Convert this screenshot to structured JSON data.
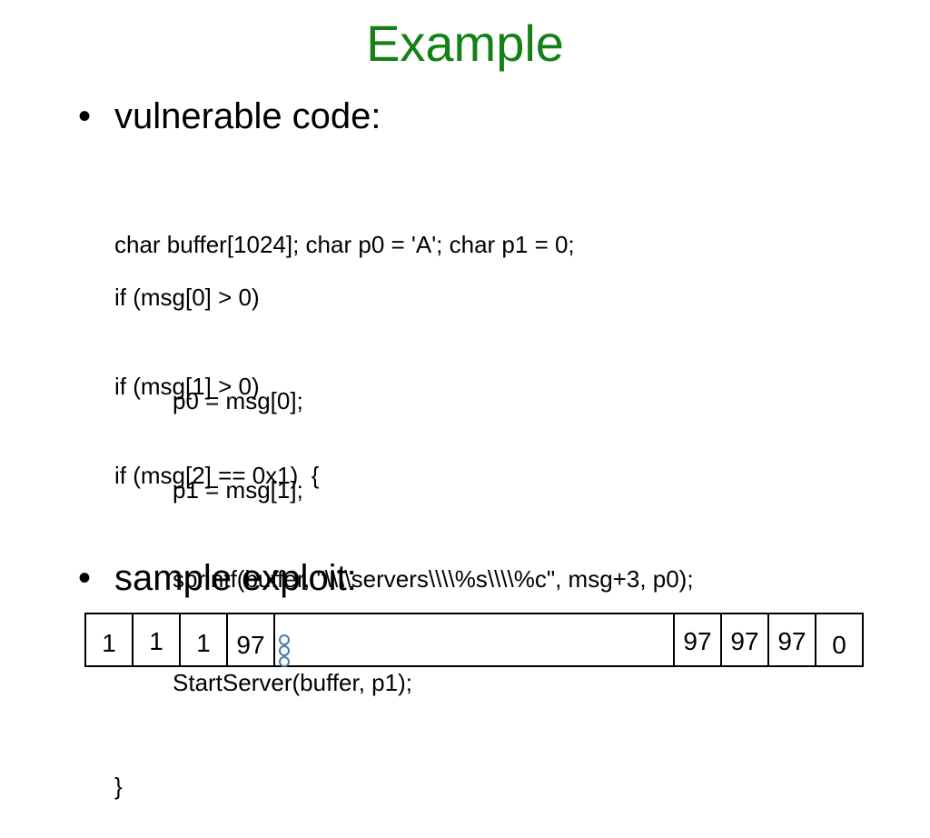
{
  "slide": {
    "title": "Example",
    "title_color": "#158015"
  },
  "bullets": [
    {
      "symbol": "•",
      "text": "vulnerable code:"
    },
    {
      "symbol": "•",
      "text": "sample exploit:"
    }
  ],
  "code": {
    "line1": "char buffer[1024]; char p0 = 'A'; char p1 = 0;",
    "block2_line1": "if (msg[0] > 0)",
    "block2_line2": "p0 = msg[0];",
    "block3_line1": "if (msg[1] > 0)",
    "block3_line2": "p1 = msg[1];",
    "block4_line1": "if (msg[2] == 0x1)  {",
    "block4_line2": "sprintf(buffer, \"\\\\\\\\servers\\\\\\\\%s\\\\\\\\%c\", msg+3, p0);",
    "block4_line3": "StartServer(buffer, p1);",
    "block4_line4": "}"
  },
  "exploit": {
    "cells": [
      "1",
      "1",
      "1",
      "97",
      "97",
      "97",
      "97",
      "0"
    ],
    "ellipsis_color": "#4a79a8"
  }
}
